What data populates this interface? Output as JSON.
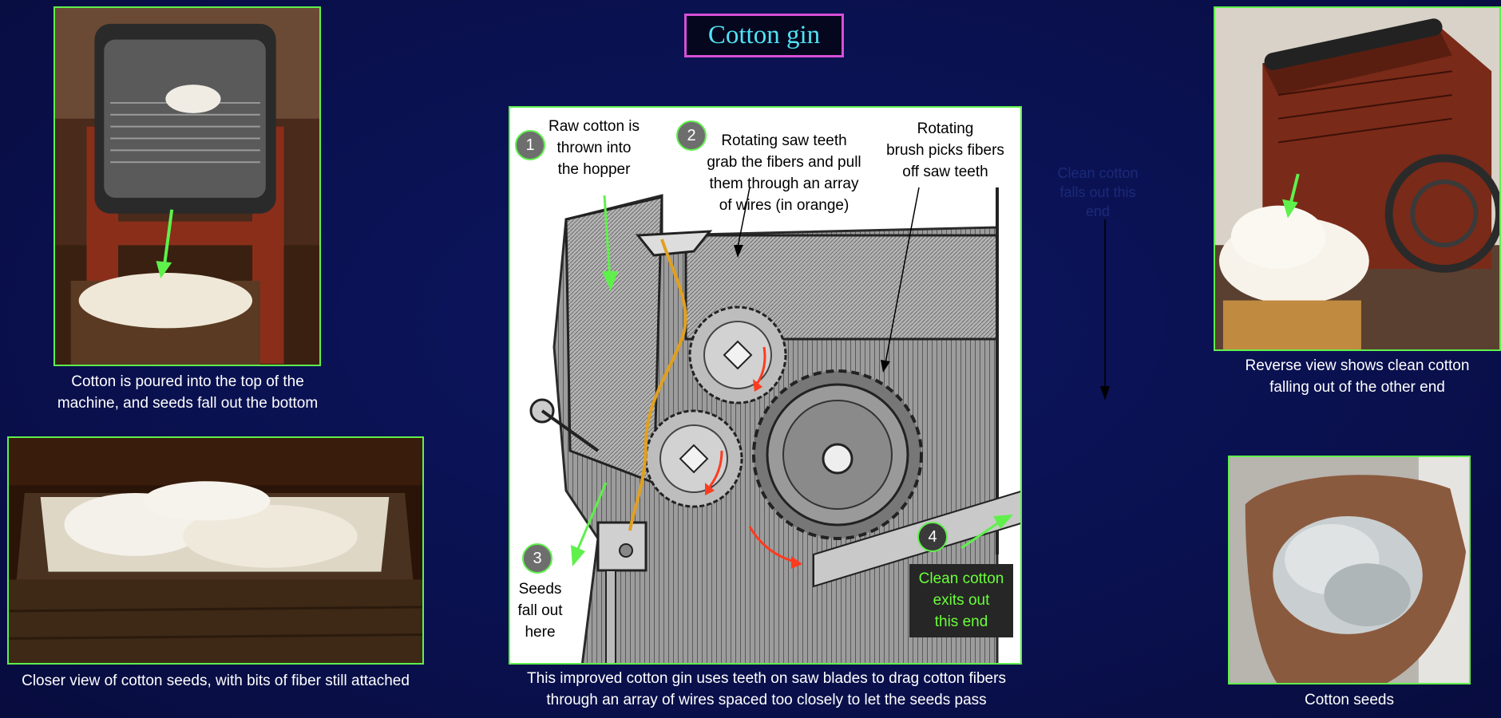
{
  "title": "Cotton gin",
  "photos": {
    "top_left": {
      "caption_line1": "Cotton is poured into the top of the",
      "caption_line2": "machine, and seeds fall out the bottom"
    },
    "bottom_left": {
      "caption": "Closer view of cotton seeds, with bits of fiber still attached"
    },
    "top_right": {
      "caption_line1": "Reverse view shows clean cotton",
      "caption_line2": "falling out of the other end"
    },
    "bottom_right": {
      "caption": "Cotton seeds"
    }
  },
  "faint_note": {
    "line1": "Clean cotton",
    "line2": "falls out this",
    "line3": "end"
  },
  "diagram": {
    "step1": {
      "number": "1",
      "line1": "Raw cotton is",
      "line2": "thrown into",
      "line3": "the hopper"
    },
    "step2": {
      "number": "2",
      "line1": "Rotating saw teeth",
      "line2": "grab the fibers and pull",
      "line3": "them through an array",
      "line4": "of wires (in orange)"
    },
    "brush": {
      "line1": "Rotating",
      "line2": "brush picks fibers",
      "line3": "off saw teeth"
    },
    "step3": {
      "number": "3",
      "line1": "Seeds",
      "line2": "fall out",
      "line3": "here"
    },
    "step4": {
      "number": "4",
      "line1": "Clean cotton",
      "line2": "exits out",
      "line3": "this end"
    },
    "caption_line1": "This improved cotton gin uses teeth on saw blades to drag cotton fibers",
    "caption_line2": "through an array of wires spaced too closely to let the seeds pass"
  },
  "colors": {
    "accent_green": "#5ff04c",
    "title_text": "#4fe3f5",
    "title_border": "#d64fd6",
    "arrow_red": "#ff3b1f",
    "wire_orange": "#e0a020"
  }
}
